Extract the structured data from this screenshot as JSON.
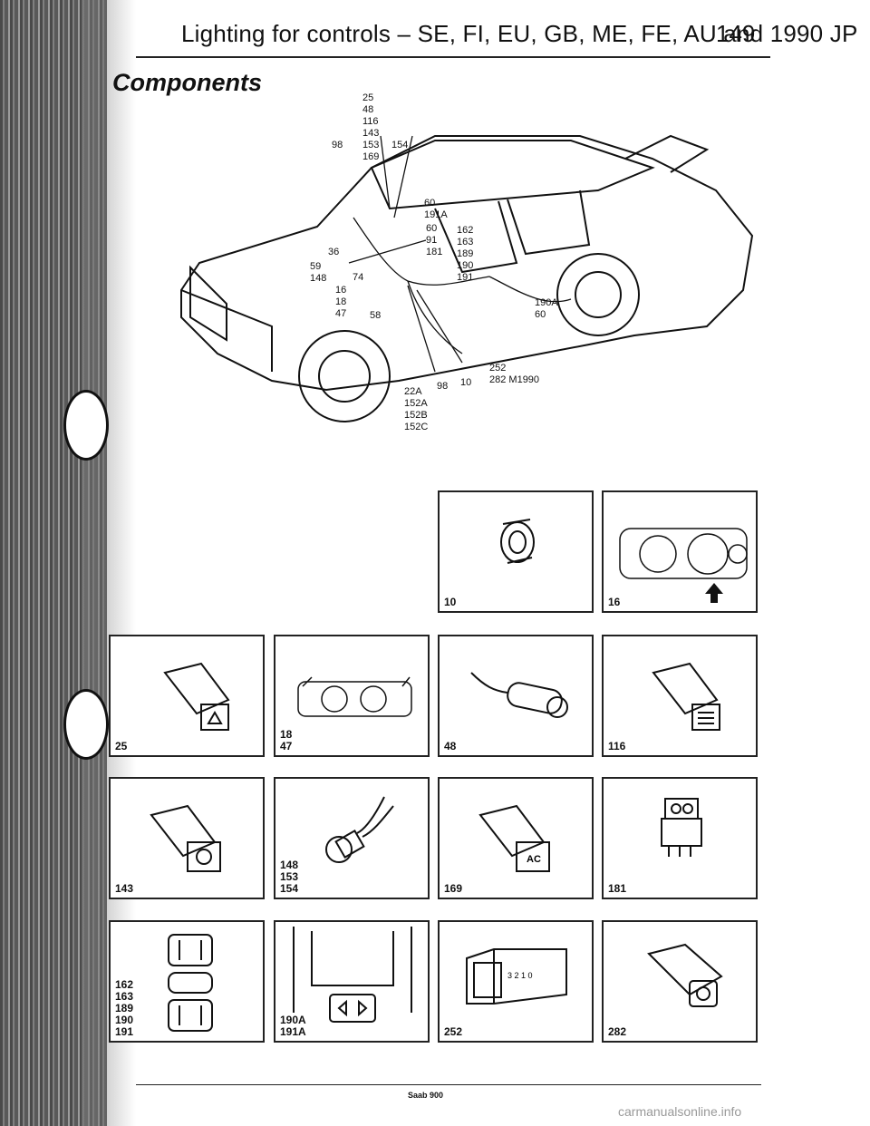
{
  "header": {
    "title": "Lighting for controls – SE, FI, EU, GB, ME, FE, AU and 1990 JP",
    "page_number": "149"
  },
  "section_title": "Components",
  "diagram": {
    "callouts": [
      "25\n48\n116\n143\n153\n169",
      "98",
      "154",
      "60\n191A",
      "60\n91\n181",
      "162\n163\n189\n190\n191",
      "36",
      "59\n148",
      "74",
      "16\n18\n47",
      "58",
      "190A\n60",
      "252\n282 M1990",
      "10",
      "98",
      "22A\n152A\n152B\n152C"
    ]
  },
  "components": [
    {
      "label": "10",
      "icon": "socket-icon"
    },
    {
      "label": "16",
      "icon": "instrument-cluster-icon"
    },
    {
      "label": "25",
      "icon": "hazard-switch-icon"
    },
    {
      "label": "18\n47",
      "icon": "cluster-back-icon"
    },
    {
      "label": "48",
      "icon": "cigar-lighter-icon"
    },
    {
      "label": "116",
      "icon": "rear-defrost-switch-icon"
    },
    {
      "label": "143",
      "icon": "switch-icon"
    },
    {
      "label": "148\n153\n154",
      "icon": "bulb-holder-icon"
    },
    {
      "label": "169",
      "icon": "ac-switch-icon"
    },
    {
      "label": "181",
      "icon": "relay-switch-icon"
    },
    {
      "label": "162\n163\n189\n190\n191",
      "icon": "window-switch-panel-icon"
    },
    {
      "label": "190A\n191A",
      "icon": "console-switch-icon"
    },
    {
      "label": "252",
      "icon": "headlamp-level-switch-icon"
    },
    {
      "label": "282",
      "icon": "dimmer-switch-icon"
    }
  ],
  "footer": {
    "text": "Saab 900"
  },
  "watermark": "carmanualsonline.info"
}
